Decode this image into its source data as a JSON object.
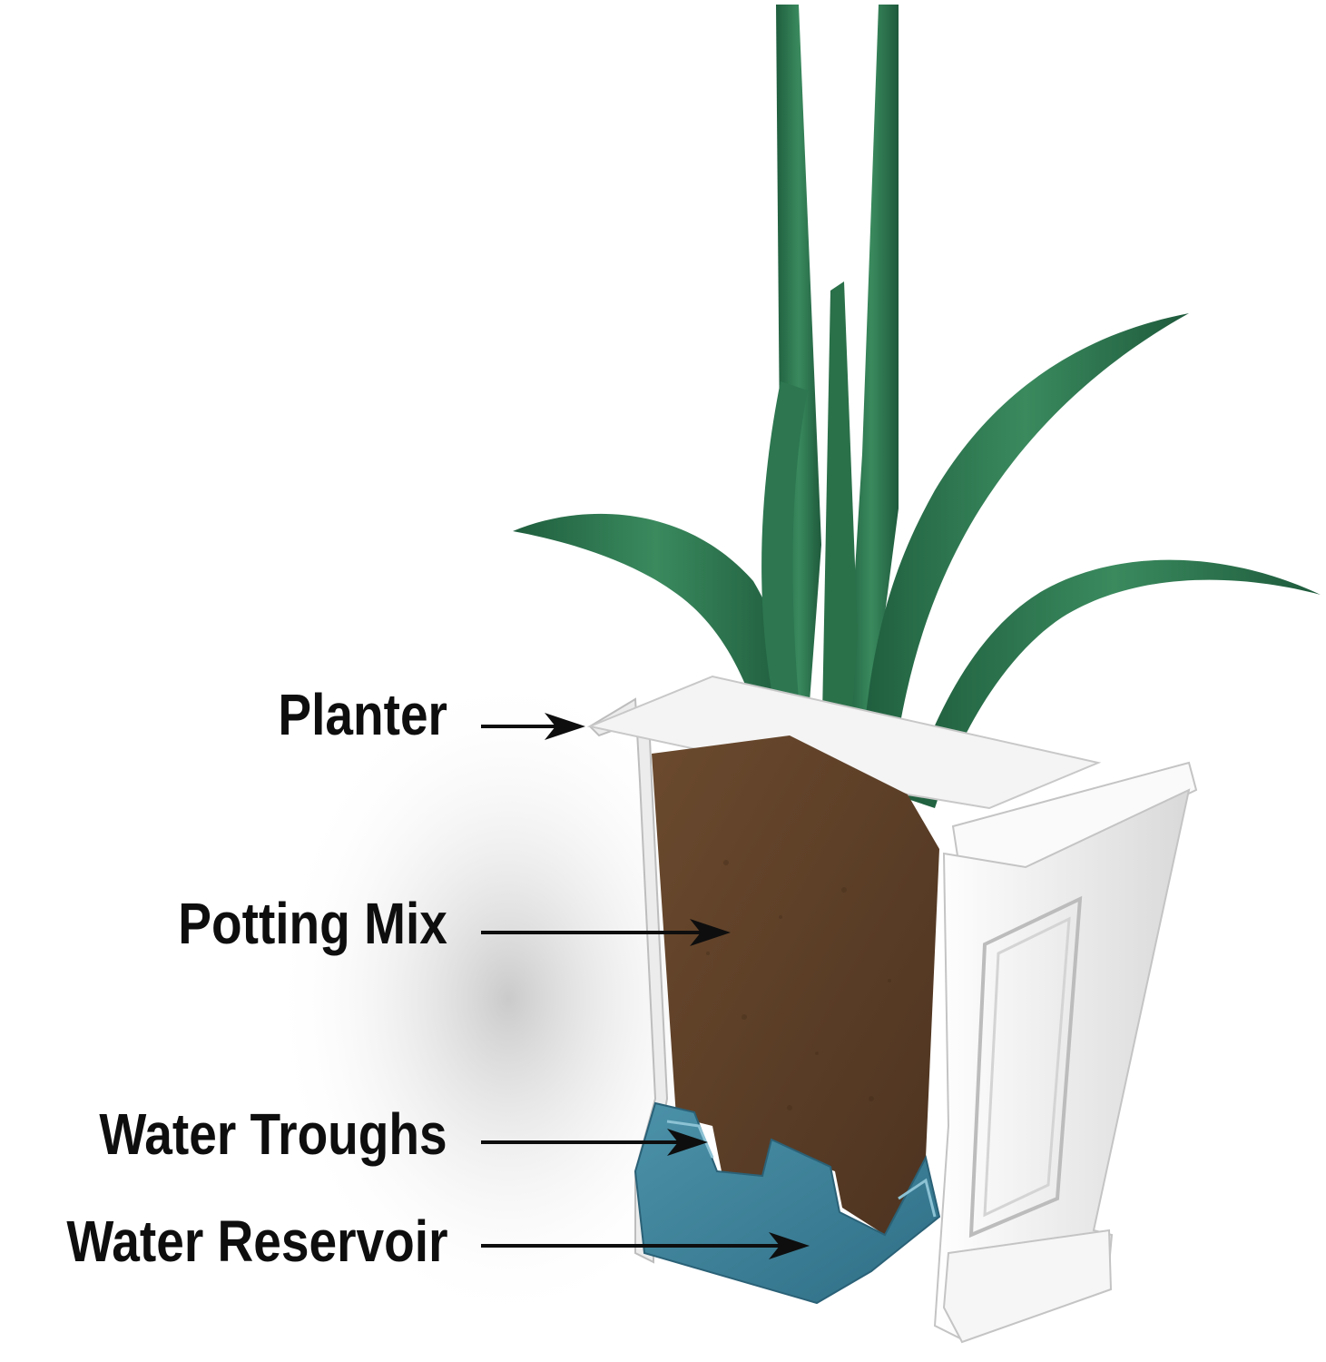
{
  "labels": {
    "planter": "Planter",
    "potting_mix": "Potting Mix",
    "water_troughs": "Water Troughs",
    "water_reservoir": "Water Reservoir"
  },
  "colors": {
    "leaf": "#2f7a52",
    "leaf_dark": "#1f5a3b",
    "soil": "#5a3d25",
    "planter_white": "#f2f2f2",
    "water": "#3d7f96",
    "text": "#0e0e0e"
  }
}
